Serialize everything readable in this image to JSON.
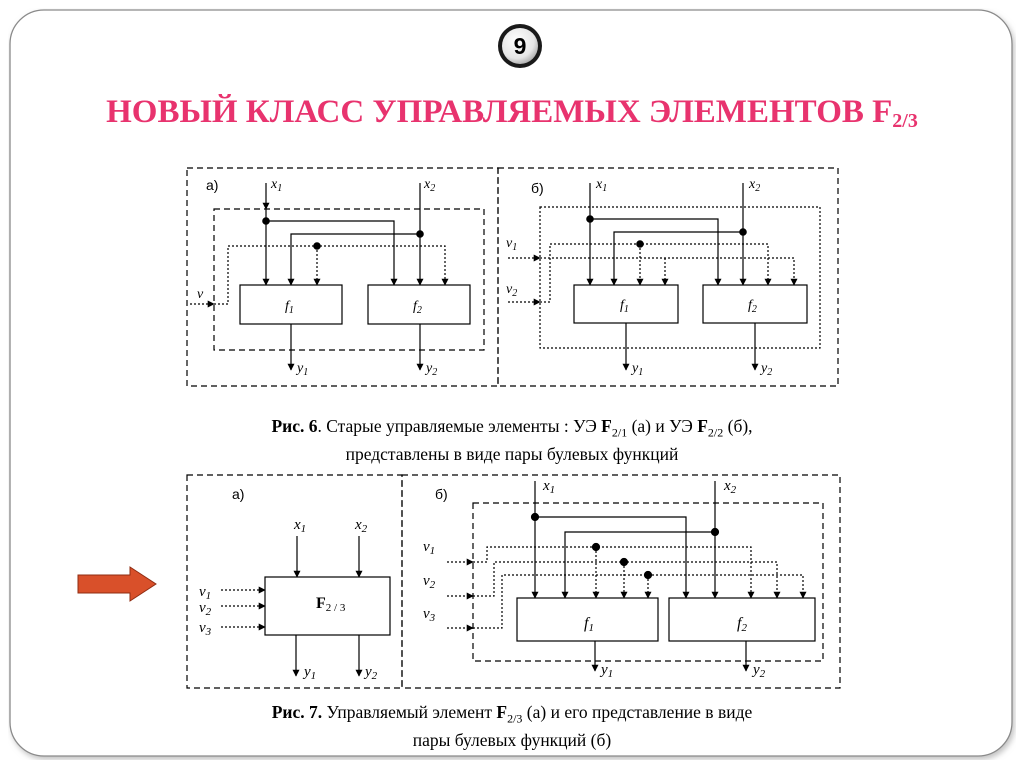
{
  "slide": {
    "number": "9",
    "title": {
      "main": "НОВЫЙ КЛАСС УПРАВЛЯЕМЫХ ЭЛЕМЕНТОВ F",
      "sub": "2/3"
    },
    "accent_color": "#e8336e",
    "arrow_color": "#d9502a"
  },
  "fig6": {
    "caption": {
      "prefix": "Рис. 6",
      "text1": ". Старые управляемые элементы : УЭ ",
      "f1": "F",
      "f1_sub": "2/1",
      "text2": " (а) и УЭ ",
      "f2": "F",
      "f2_sub": "2/2",
      "text3": " (б),",
      "line2": "представлены в виде пары булевых функций"
    },
    "panel_a": {
      "label": "а)",
      "x1": "x",
      "x1_sub": "1",
      "x2": "x",
      "x2_sub": "2",
      "v": "v",
      "f1": "f",
      "f1_sub": "1",
      "f2": "f",
      "f2_sub": "2",
      "y1": "y",
      "y1_sub": "1",
      "y2": "y",
      "y2_sub": "2"
    },
    "panel_b": {
      "label": "б)",
      "x1": "x",
      "x1_sub": "1",
      "x2": "x",
      "x2_sub": "2",
      "v1": "v",
      "v1_sub": "1",
      "v2": "v",
      "v2_sub": "2",
      "f1": "f",
      "f1_sub": "1",
      "f2": "f",
      "f2_sub": "2",
      "y1": "y",
      "y1_sub": "1",
      "y2": "y",
      "y2_sub": "2"
    }
  },
  "fig7": {
    "caption": {
      "prefix": "Рис. 7.",
      "text1": " Управляемый элемент ",
      "f": "F",
      "f_sub": "2/3",
      "text2": " (а) и его представление в виде",
      "line2": "пары булевых функций (б)"
    },
    "panel_a": {
      "label": "а)",
      "x1": "x",
      "x1_sub": "1",
      "x2": "x",
      "x2_sub": "2",
      "v1": "v",
      "v1_sub": "1",
      "v2": "v",
      "v2_sub": "2",
      "v3": "v",
      "v3_sub": "3",
      "block": "F",
      "block_sub": "2 / 3",
      "y1": "y",
      "y1_sub": "1",
      "y2": "y",
      "y2_sub": "2"
    },
    "panel_b": {
      "label": "б)",
      "x1": "x",
      "x1_sub": "1",
      "x2": "x",
      "x2_sub": "2",
      "v1": "v",
      "v1_sub": "1",
      "v2": "v",
      "v2_sub": "2",
      "v3": "v",
      "v3_sub": "3",
      "f1": "f",
      "f1_sub": "1",
      "f2": "f",
      "f2_sub": "2",
      "y1": "y",
      "y1_sub": "1",
      "y2": "y",
      "y2_sub": "2"
    }
  }
}
